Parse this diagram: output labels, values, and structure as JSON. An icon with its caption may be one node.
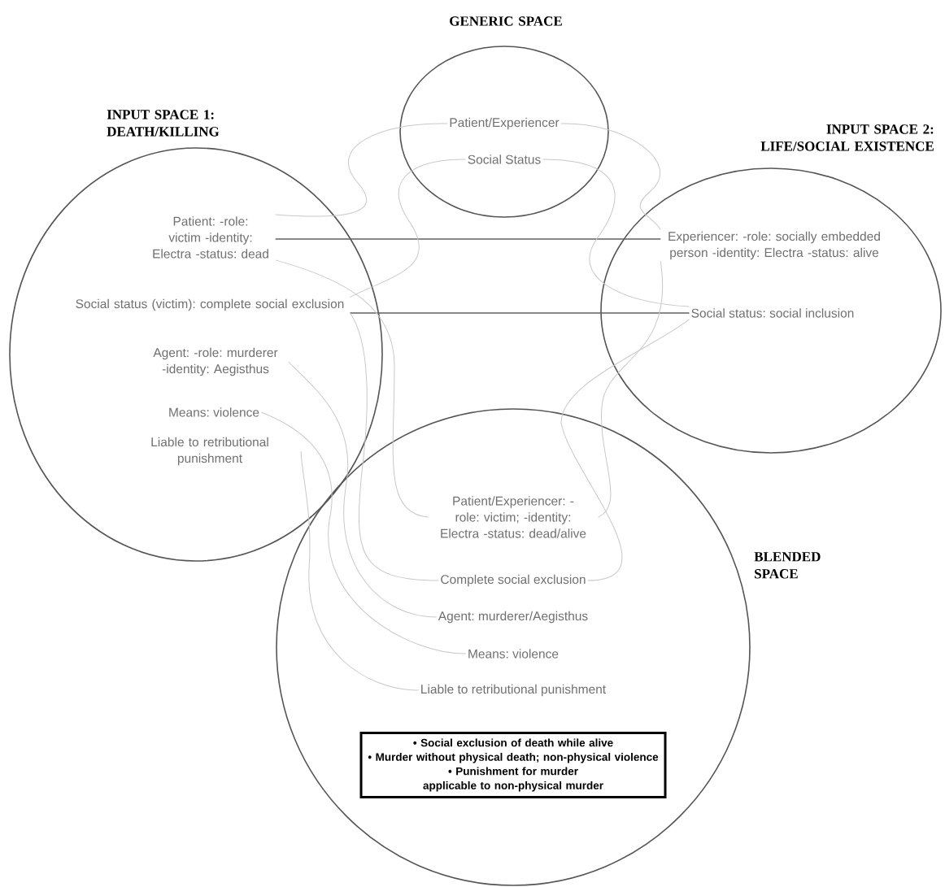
{
  "diagram": {
    "nodes": [
      {
        "text": [
          "GENERIC SPACE"
        ]
      },
      {
        "text": [
          "Patient/Experiencer"
        ],
        "in": 0
      },
      {
        "text": [
          "Social Status"
        ],
        "in": 0
      },
      {
        "text": [
          "INPUT SPACE 1: DEATH/KILLING"
        ]
      },
      {
        "text": [
          "Patient: -role: victim -identity: Electra -status: dead"
        ],
        "in": 3
      },
      {
        "text": [
          "Social status (victim): complete social exclusion"
        ],
        "in": 3
      },
      {
        "text": [
          "Agent: -role: murderer -identity: Aegisthus"
        ],
        "in": 3
      },
      {
        "text": [
          "Means: violence"
        ],
        "in": 3
      },
      {
        "text": [
          "Liable to retributional punishment"
        ],
        "in": 3
      },
      {
        "text": [
          "INPUT SPACE 2: LIFE/SOCIAL EXISTENCE"
        ]
      },
      {
        "text": [
          "Experiencer: -role: socially embedded person -identity: Electra -status: alive"
        ],
        "in": 9
      },
      {
        "text": [
          "Social status: social inclusion"
        ],
        "in": 9
      },
      {
        "text": [
          "BLENDED SPACE"
        ]
      },
      {
        "text": [
          "Patient/Experiencer: -role: victim; -identity: Electra -status: dead/alive"
        ],
        "in": 12
      },
      {
        "text": [
          "Complete social exclusion"
        ],
        "in": 12
      },
      {
        "text": [
          "Agent: murderer/Aegisthus"
        ],
        "in": 12
      },
      {
        "text": [
          "Means: violence"
        ],
        "in": 12
      },
      {
        "text": [
          "Liable to retributional punishment"
        ],
        "in": 12
      },
      {
        "text": [
          "• Social exclusion of death while alive",
          "• Murder without physical death; non-physical violence",
          "• Punishment for murder applicable to non-physical murder"
        ],
        "in": 12
      }
    ],
    "edges": [
      {
        "from": 4,
        "to": 10,
        "arrow": "none",
        "color": "#606060"
      },
      {
        "from": 5,
        "to": 11,
        "arrow": "none",
        "color": "#606060"
      },
      {
        "from": 1,
        "to": 4,
        "arrow": "none"
      },
      {
        "from": 1,
        "to": 10,
        "arrow": "none"
      },
      {
        "from": 2,
        "to": 5,
        "arrow": "none"
      },
      {
        "from": 2,
        "to": 11,
        "arrow": "none"
      },
      {
        "from": 4,
        "to": 13,
        "arrow": "none"
      },
      {
        "from": 10,
        "to": 13,
        "arrow": "none"
      },
      {
        "from": 5,
        "to": 14,
        "arrow": "none"
      },
      {
        "from": 11,
        "to": 14,
        "arrow": "none"
      },
      {
        "from": 6,
        "to": 15,
        "arrow": "none"
      },
      {
        "from": 7,
        "to": 16,
        "arrow": "none"
      },
      {
        "from": 8,
        "to": 17,
        "arrow": "none"
      }
    ]
  }
}
